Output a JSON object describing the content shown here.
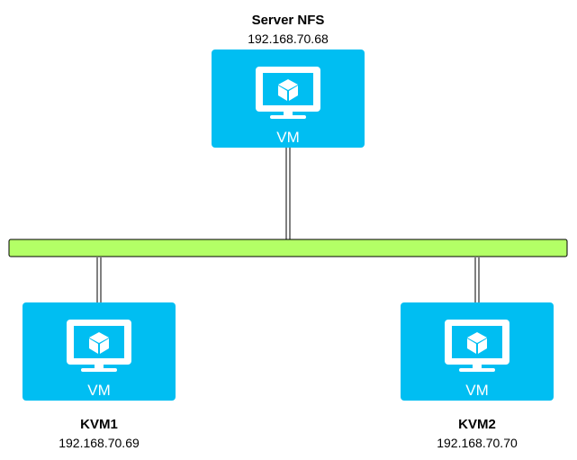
{
  "diagram": {
    "colors": {
      "vm_box": "#00bef2",
      "bus": "#b3ff66",
      "line": "#000000"
    },
    "nodes": [
      {
        "name": "Server NFS",
        "ip": "192.168.70.68",
        "vm_label": "VM",
        "icon": "vm-monitor-icon"
      },
      {
        "name": "KVM1",
        "ip": "192.168.70.69",
        "vm_label": "VM",
        "icon": "vm-monitor-icon"
      },
      {
        "name": "KVM2",
        "ip": "192.168.70.70",
        "vm_label": "VM",
        "icon": "vm-monitor-icon"
      }
    ]
  }
}
